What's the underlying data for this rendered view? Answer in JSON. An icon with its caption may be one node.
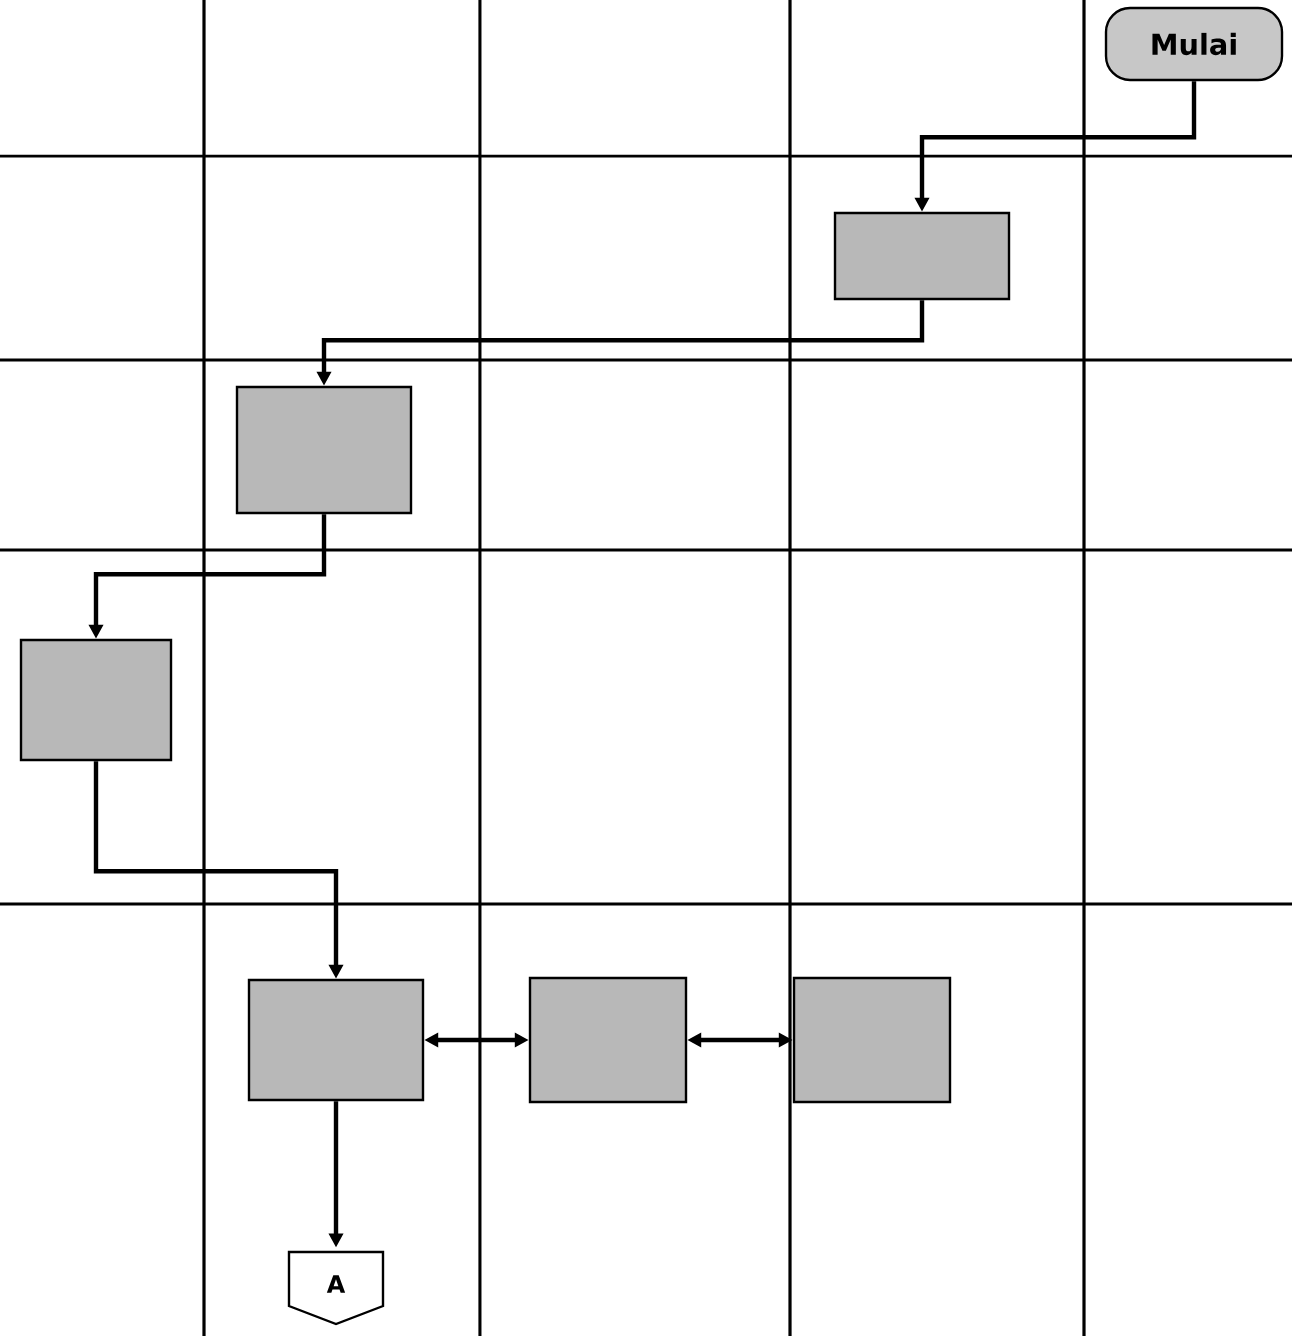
{
  "diagram": {
    "nodes": [
      {
        "text": [
          "Mulai"
        ]
      },
      {
        "text": [],
        "shape": "box"
      },
      {
        "text": [],
        "shape": "box"
      },
      {
        "text": [],
        "shape": "box"
      },
      {
        "text": [],
        "shape": "box"
      },
      {
        "text": [],
        "shape": "box"
      },
      {
        "text": [],
        "shape": "box"
      },
      {
        "text": [
          "A"
        ]
      }
    ],
    "edges": [
      {
        "from": 0,
        "to": 1,
        "arrow": "to"
      },
      {
        "from": 1,
        "to": 2,
        "arrow": "to"
      },
      {
        "from": 2,
        "to": 3,
        "arrow": "to"
      },
      {
        "from": 3,
        "to": 4,
        "arrow": "to"
      },
      {
        "from": 4,
        "to": 5,
        "arrow": "both"
      },
      {
        "from": 5,
        "to": 6,
        "arrow": "both"
      },
      {
        "from": 4,
        "to": 7,
        "arrow": "to"
      }
    ]
  }
}
